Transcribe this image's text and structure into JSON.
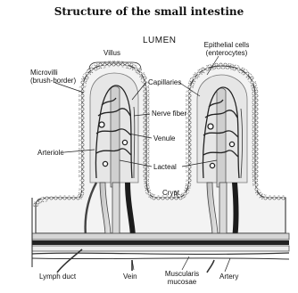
{
  "title": "Structure of the small intestine",
  "labels": {
    "lumen": "LUMEN",
    "villus": "Villus",
    "epithelial_cells": "Epithelial cells",
    "epithelial_cells_sub": "(enterocytes)",
    "microvilli": "Microvilli",
    "microvilli_sub": "(brush-border)",
    "capillaries": "Capillaries",
    "nerve_fiber": "Nerve fiber",
    "venule": "Venule",
    "arteriole": "Arteriole",
    "lacteal": "Lacteal",
    "crypt": "Crypt",
    "lymph_duct": "Lymph duct",
    "vein": "Vein",
    "muscularis_mucosae": "Muscularis",
    "muscularis_mucosae_sub": "mucosae",
    "artery": "Artery"
  }
}
